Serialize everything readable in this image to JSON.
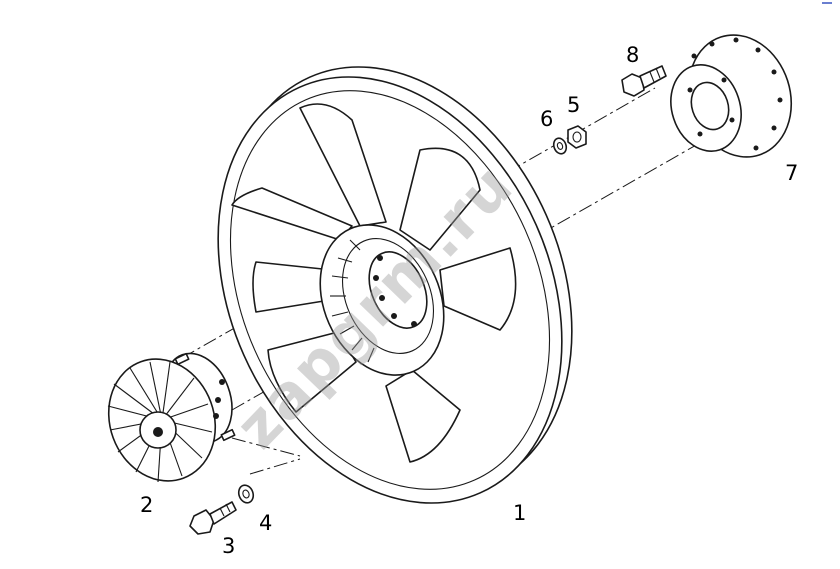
{
  "diagram": {
    "callouts": {
      "p1": "1",
      "p2": "2",
      "p3": "3",
      "p4": "4",
      "p5": "5",
      "p6": "6",
      "p7": "7",
      "p8": "8"
    },
    "watermark": "zapgrm.ru"
  },
  "colors": {
    "line": "#1a1a1a",
    "background": "#ffffff",
    "watermark": "#9a9a9a",
    "corner_mark": "#6a7fd0"
  }
}
